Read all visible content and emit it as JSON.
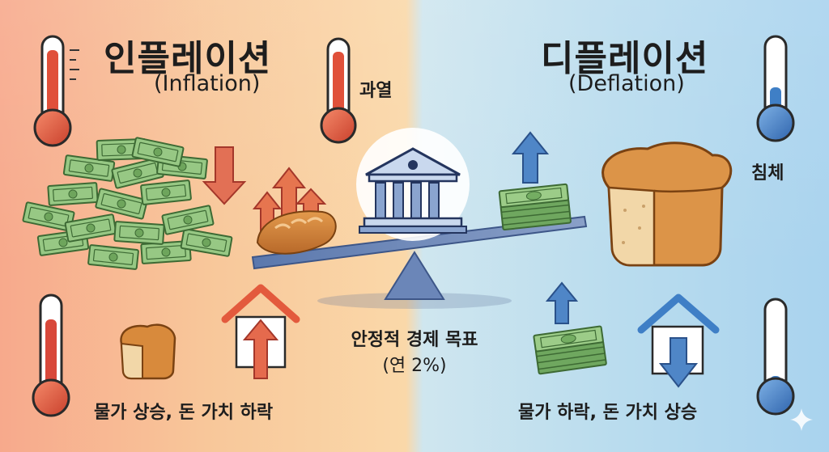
{
  "left": {
    "title": "인플레이션",
    "subtitle": "(Inflation)",
    "thermometer_label": "과열",
    "caption": "물가 상승, 돈 가치 하락"
  },
  "right": {
    "title": "디플레이션",
    "subtitle": "(Deflation)",
    "thermometer_label": "침체",
    "caption": "물가 하락, 돈 가치 상승"
  },
  "center": {
    "goal_line1": "안정적 경제 목표",
    "goal_line2": "(연 2%)"
  },
  "colors": {
    "inflation_bg": "#f8c79a",
    "deflation_bg": "#b9dcee",
    "hot_red": "#e0503a",
    "cold_blue": "#3f7fc6",
    "money_green": "#8fc27a",
    "bread_brown": "#d88a3c",
    "seesaw_blue": "#6b86b8"
  },
  "icons": [
    "thermometer-icon",
    "money-stack-icon",
    "bread-icon",
    "house-icon",
    "central-bank-icon",
    "seesaw-icon",
    "arrow-up-icon",
    "arrow-down-icon",
    "sparkle-icon"
  ]
}
